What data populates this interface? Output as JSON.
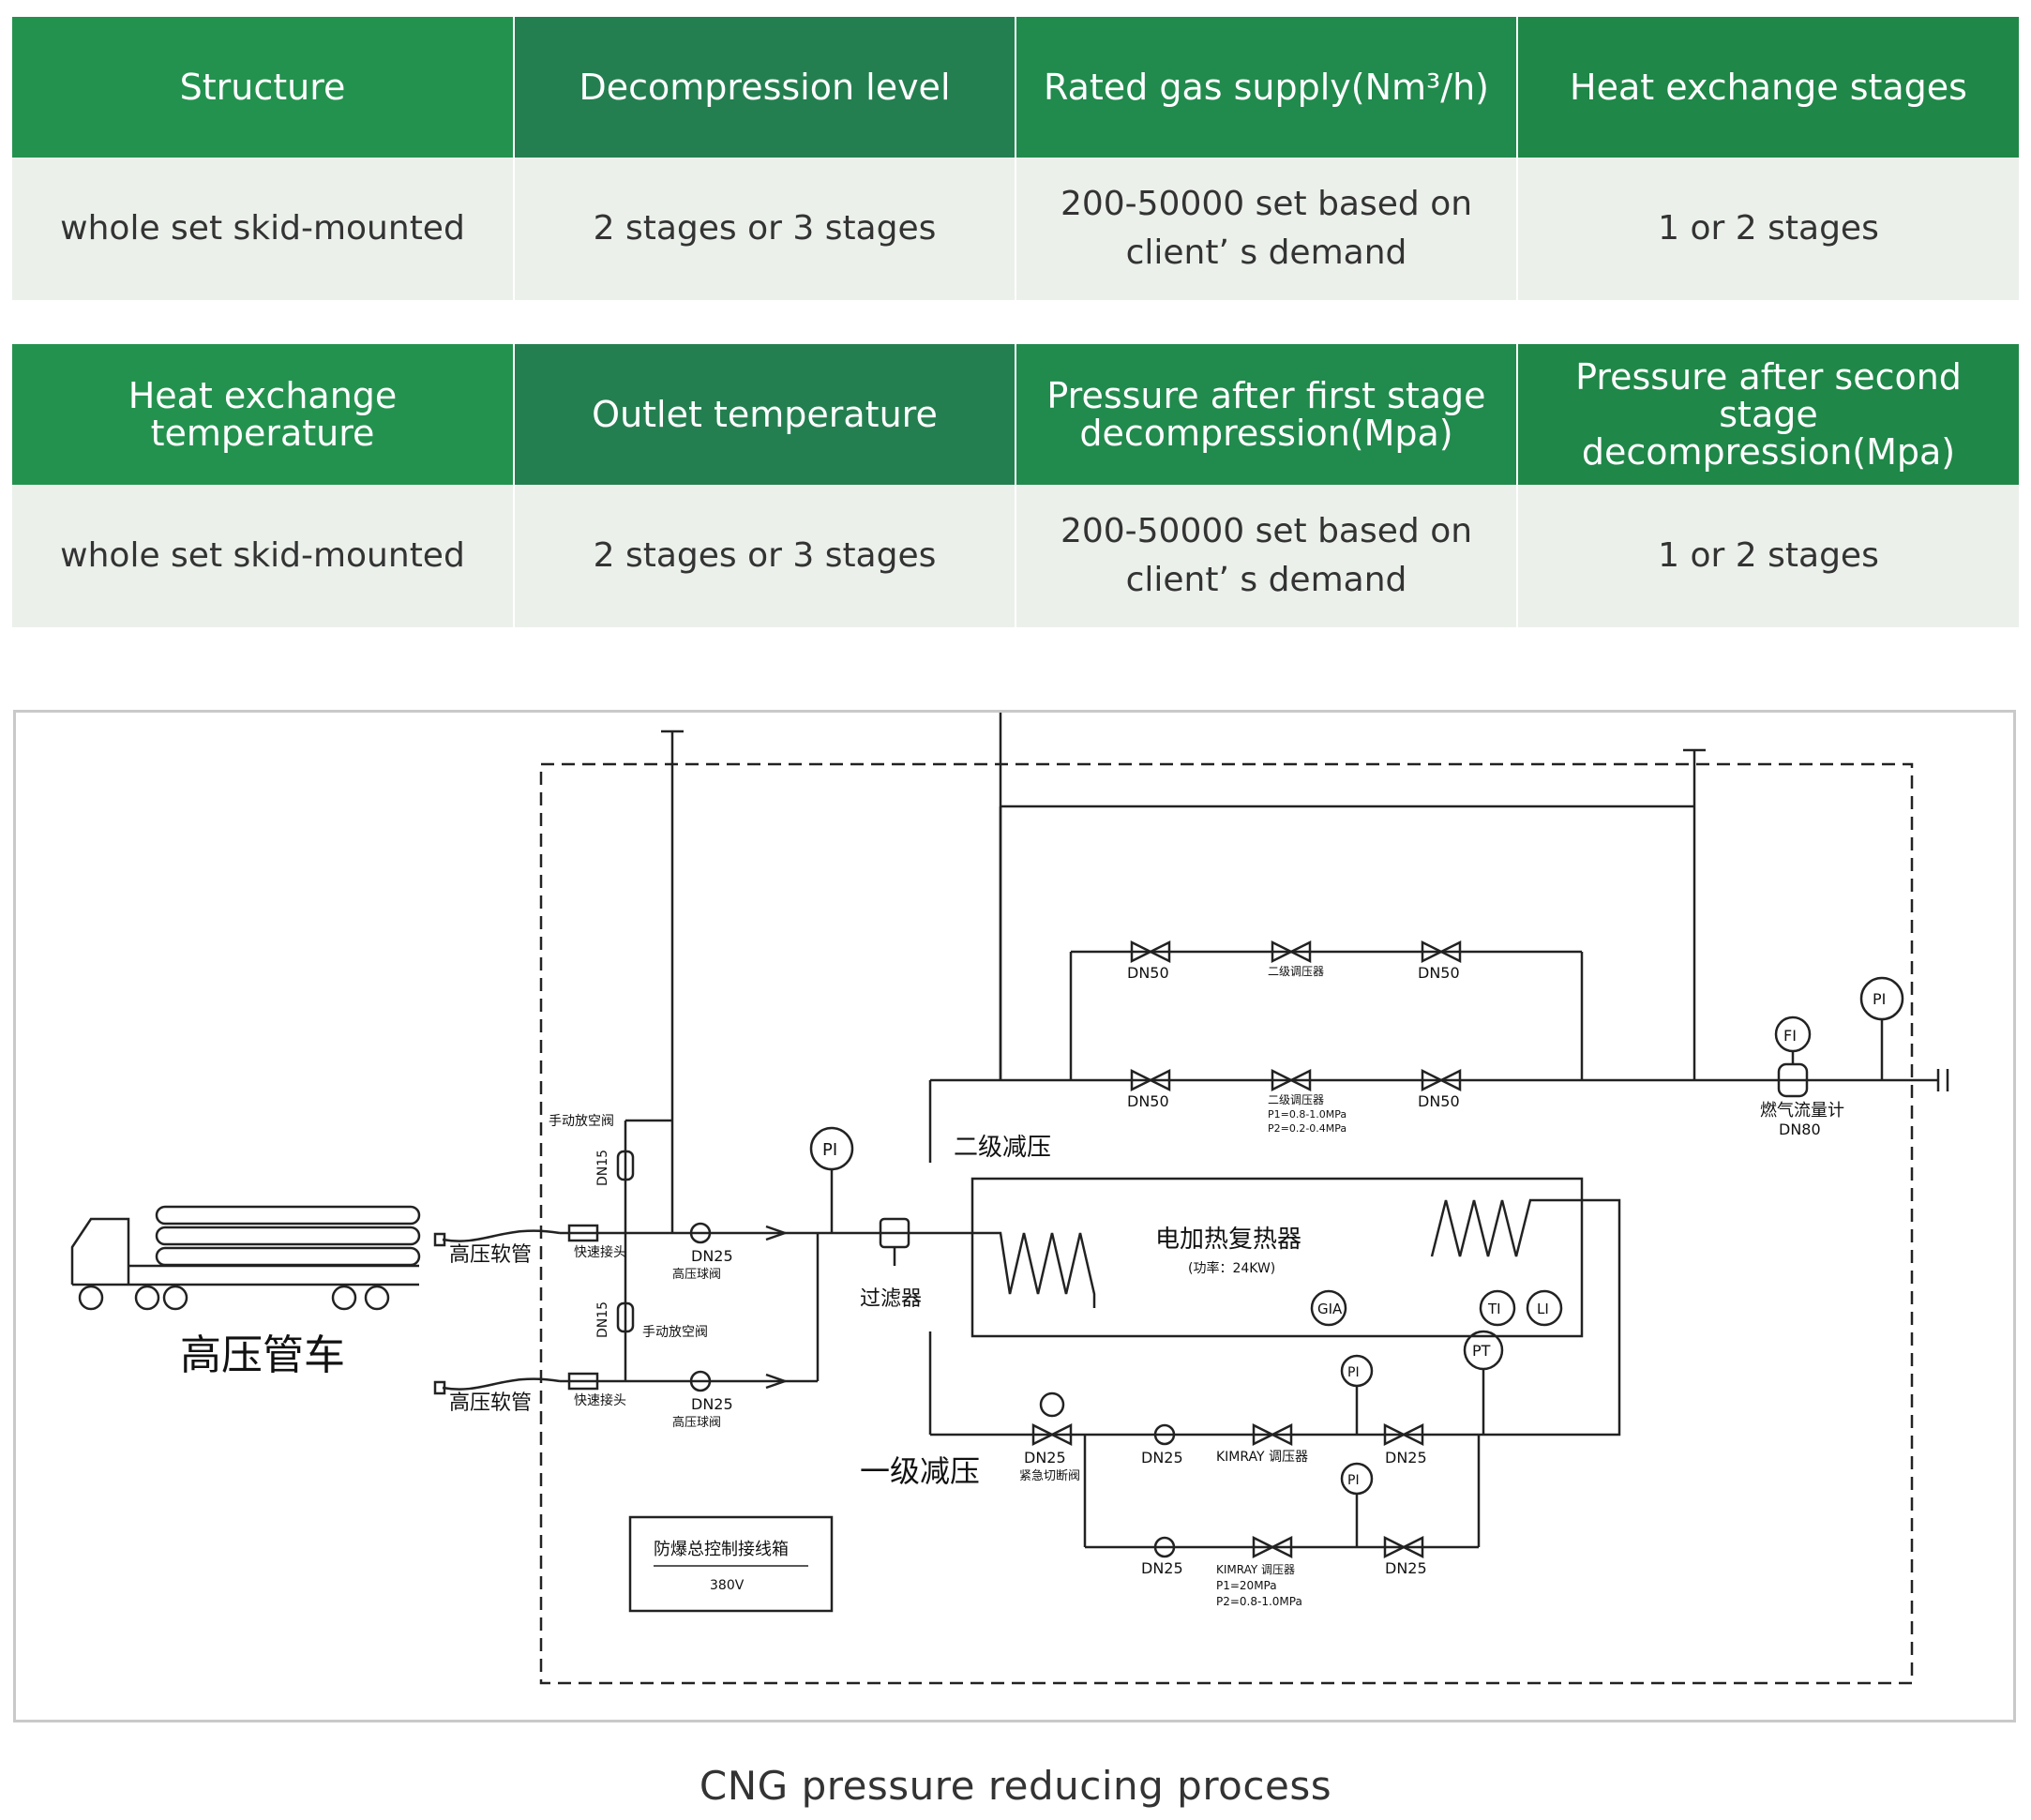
{
  "table1": {
    "headers": [
      "Structure",
      "Decompression  level",
      "Rated gas supply(Nm³/h)",
      "Heat exchange stages"
    ],
    "values": [
      "whole set skid-mounted",
      "2 stages or 3 stages",
      [
        "200-50000 set based on",
        "client’ s demand"
      ],
      "1 or 2 stages"
    ]
  },
  "table2": {
    "headers": [
      [
        "Heat exchange",
        "temperature"
      ],
      "Outlet temperature",
      [
        "Pressure after first stage",
        "decompression(Mpa)"
      ],
      [
        "Pressure after second stage",
        "decompression(Mpa)"
      ]
    ],
    "values": [
      "whole set skid-mounted",
      "2 stages or 3 stages",
      [
        "200-50000 set based on",
        "client’ s demand"
      ],
      "1 or 2 stages"
    ]
  },
  "diagram": {
    "truck_label": "高压管车",
    "hose_label": "高压软管",
    "quick_connector": "快速接头",
    "manual_vent": "手动放空阀",
    "high_pressure_ball_valve": "高压球阀",
    "filter": "过滤器",
    "heater_title": "电加热复热器",
    "heater_power": "(功率：24KW)",
    "first_stage": "一级减压",
    "second_stage": "二级减压",
    "flowmeter": "燃气流量计",
    "control_box": "防爆总控制接线箱",
    "control_voltage": "380V",
    "emergency_valve": "紧急切断阀",
    "regulator_kimray": "KIMRAY 调压器",
    "regulator_2": "二级调压器",
    "regulator_p1_low": "P1=0.8-1.0MPa",
    "regulator_p2_low": "P2=0.2-0.4MPa",
    "regulator_p1_high": "P1=20MPa",
    "regulator_p2_high": "P2=0.8-1.0MPa",
    "dn15": "DN15",
    "dn25": "DN25",
    "dn50": "DN50",
    "dn80": "DN80",
    "pi": "PI",
    "pt": "PT",
    "fi": "FI",
    "ti": "TI",
    "li": "LI",
    "gia": "GIA",
    "caption": "CNG pressure reducing process"
  }
}
